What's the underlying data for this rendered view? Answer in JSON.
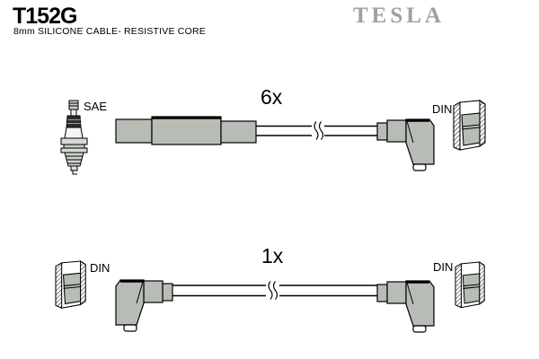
{
  "header": {
    "part_number": "T152G",
    "description": "8mm SILICONE CABLE- RESISTIVE CORE",
    "brand": "TESLA"
  },
  "colors": {
    "brand_gray": "#9ba39b",
    "boot_gray": "#b7bcb5",
    "outline": "#000000",
    "background": "#ffffff"
  },
  "assemblies": [
    {
      "id": "six-lead-cable",
      "quantity_label": "6x",
      "left_terminal": {
        "label": "SAE",
        "icon": "spark-plug-icon"
      },
      "left_boot": "straight-boot-icon",
      "cable": "cable-with-break-icon",
      "right_boot": "elbow-90-boot-icon",
      "right_terminal": {
        "label": "DIN",
        "icon": "din-socket-icon"
      }
    },
    {
      "id": "single-lead-cable",
      "quantity_label": "1x",
      "left_terminal": {
        "label": "DIN",
        "icon": "din-socket-icon"
      },
      "left_boot": "elbow-90-boot-icon",
      "cable": "cable-with-break-icon",
      "right_boot": "elbow-90-boot-icon",
      "right_terminal": {
        "label": "DIN",
        "icon": "din-socket-icon"
      }
    }
  ]
}
